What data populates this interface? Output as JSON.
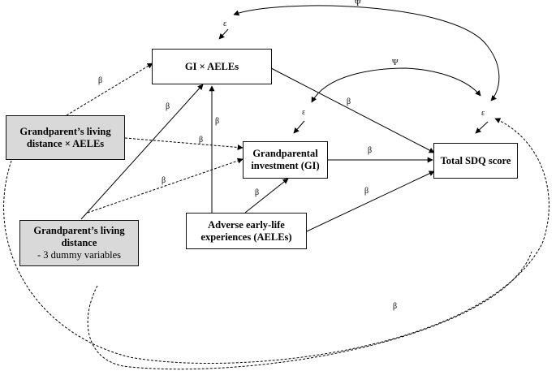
{
  "nodes": {
    "gi_aeles": "GI × AELEs",
    "dist_aeles_l1": "Grandparent’s living",
    "dist_aeles_l2": "distance × AELEs",
    "gi_l1": "Grandparental",
    "gi_l2": "investment (GI)",
    "sdq": "Total SDQ score",
    "aeles_l1": "Adverse early-life",
    "aeles_l2": "experiences (AELEs)",
    "dist_l1": "Grandparent’s living",
    "dist_l2": "distance",
    "dist_note": "- 3 dummy variables"
  },
  "symbols": {
    "beta": "β",
    "psi": "Ψ",
    "epsilon": "ε"
  }
}
